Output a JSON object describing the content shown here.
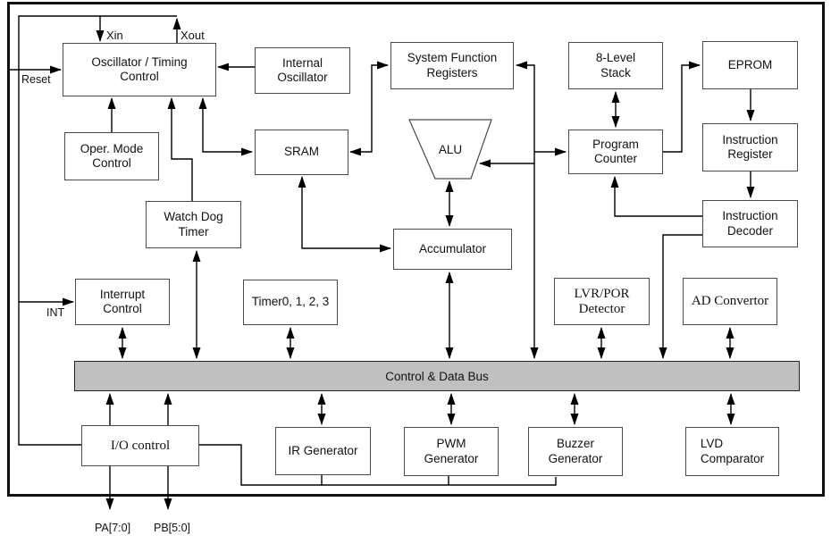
{
  "diagram": {
    "blocks": {
      "oscillator": "Oscillator / Timing\nControl",
      "internal_oscillator": "Internal\nOscillator",
      "system_function_registers": "System Function\nRegisters",
      "stack": "8-Level\nStack",
      "eprom": "EPROM",
      "oper_mode": "Oper. Mode\nControl",
      "sram": "SRAM",
      "alu": "ALU",
      "program_counter": "Program\nCounter",
      "instruction_register": "Instruction\nRegister",
      "watch_dog_timer": "Watch Dog\nTimer",
      "accumulator": "Accumulator",
      "instruction_decoder": "Instruction\nDecoder",
      "interrupt_control": "Interrupt\nControl",
      "timers": "Timer0, 1, 2, 3",
      "lvr_por_detector": "LVR/POR\nDetector",
      "ad_convertor": "AD Convertor",
      "bus": "Control & Data Bus",
      "io_control": "I/O control",
      "ir_generator": "IR Generator",
      "pwm_generator": "PWM\nGenerator",
      "buzzer_generator": "Buzzer\nGenerator",
      "lvd_comparator": "LVD\nComparator"
    },
    "pins": {
      "xin": "Xin",
      "xout": "Xout",
      "reset": "Reset",
      "int": "INT",
      "pa": "PA[7:0]",
      "pb": "PB[5:0]"
    },
    "colors": {
      "bus_fill": "#c0c0c0",
      "line": "#000000",
      "box_border": "#4a4a4a"
    }
  }
}
